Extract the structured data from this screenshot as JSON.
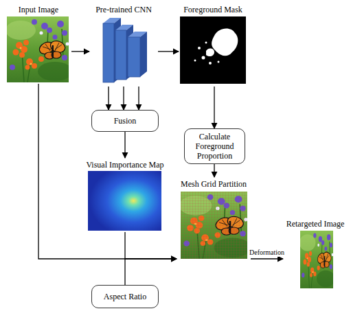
{
  "diagram": {
    "nodes": [
      {
        "text": [
          "Input Image"
        ]
      },
      {
        "text": [
          "Pre-trained CNN"
        ]
      },
      {
        "text": [
          "Foreground Mask"
        ]
      },
      {
        "text": [
          "Fusion"
        ]
      },
      {
        "text": [
          "Calculate Foreground Proportion"
        ]
      },
      {
        "text": [
          "Visual Importance Map"
        ]
      },
      {
        "text": [
          "Mesh Grid Partition"
        ]
      },
      {
        "text": [
          "Retargeted Image"
        ]
      },
      {
        "text": [
          "Aspect Ratio"
        ]
      }
    ],
    "edges": [
      {
        "from": 0,
        "to": 1,
        "arrow": "to"
      },
      {
        "from": 1,
        "to": 2,
        "arrow": "to"
      },
      {
        "from": 1,
        "to": 3,
        "arrow": "to"
      },
      {
        "from": 1,
        "to": 3,
        "arrow": "to"
      },
      {
        "from": 1,
        "to": 3,
        "arrow": "to"
      },
      {
        "from": 3,
        "to": 5,
        "arrow": "to"
      },
      {
        "from": 2,
        "to": 4,
        "arrow": "to"
      },
      {
        "from": 4,
        "to": 6,
        "arrow": "to"
      },
      {
        "from": 0,
        "to": 6,
        "arrow": "to"
      },
      {
        "from": 5,
        "to": 6,
        "arrow": "to"
      },
      {
        "from": 8,
        "to": 6,
        "arrow": "to"
      },
      {
        "from": 6,
        "to": 7,
        "label": "Deformation",
        "arrow": "to"
      }
    ]
  }
}
